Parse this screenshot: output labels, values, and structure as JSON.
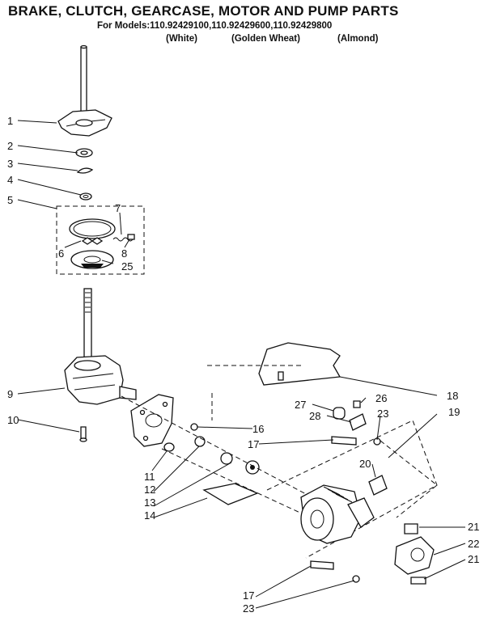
{
  "header": {
    "title": "BRAKE, CLUTCH, GEARCASE, MOTOR AND PUMP PARTS",
    "models_line": "For Models:110.92429100,110.92429600,110.92429800",
    "variants": [
      "(White)",
      "(Golden Wheat)",
      "(Almond)"
    ]
  },
  "callouts": {
    "c1": "1",
    "c2": "2",
    "c3": "3",
    "c4": "4",
    "c5": "5",
    "c6": "6",
    "c7": "7",
    "c8": "8",
    "c25": "25",
    "c9": "9",
    "c10": "10",
    "c11": "11",
    "c12": "12",
    "c13": "13",
    "c14": "14",
    "c16": "16",
    "c17a": "17",
    "c18": "18",
    "c19": "19",
    "c20": "20",
    "c26": "26",
    "c27": "27",
    "c28": "28",
    "c23a": "23",
    "c21a": "21",
    "c22": "22",
    "c21b": "21",
    "c17b": "17",
    "c23b": "23"
  }
}
